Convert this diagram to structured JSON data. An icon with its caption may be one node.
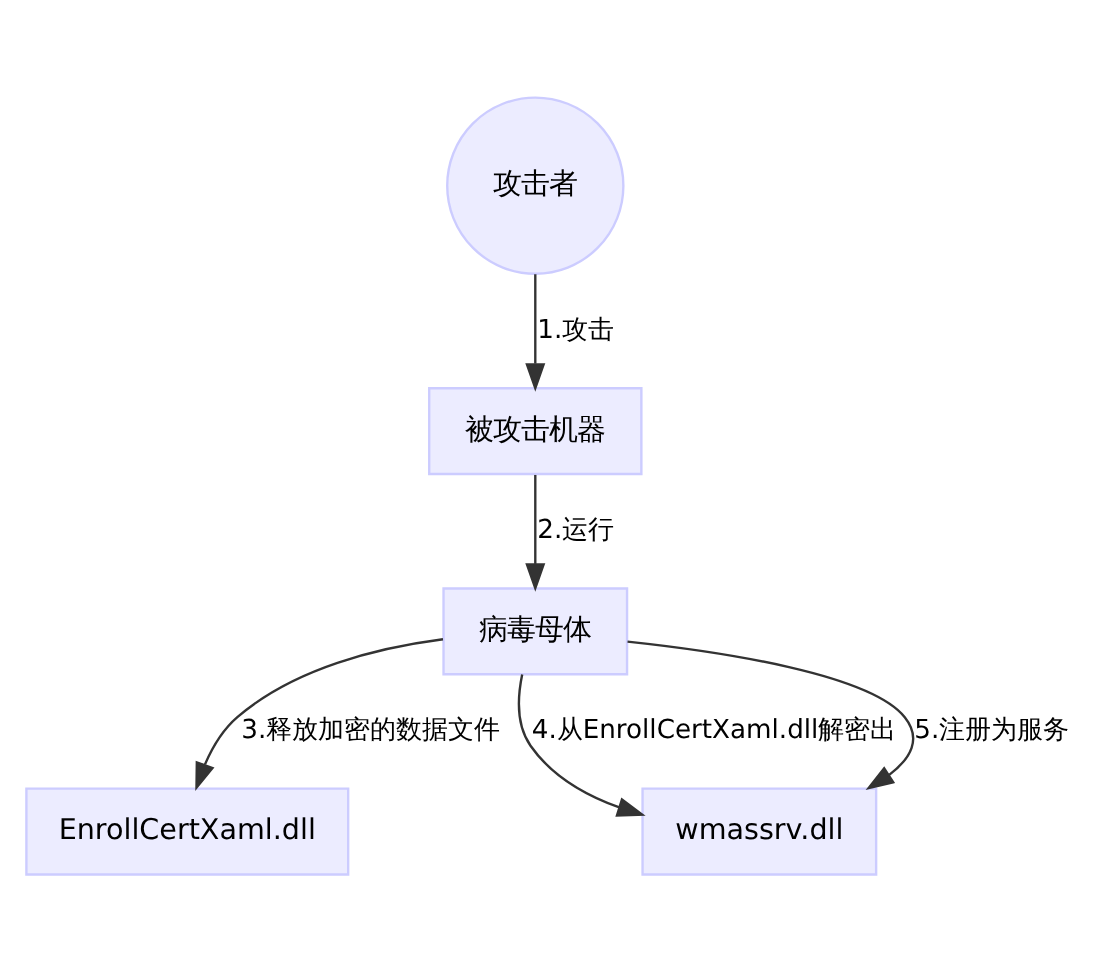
{
  "diagram": {
    "nodes": [
      {
        "text": [
          "攻击者"
        ]
      },
      {
        "text": [
          "被攻击机器"
        ]
      },
      {
        "text": [
          "病毒母体"
        ]
      },
      {
        "text": [
          "EnrollCertXaml.dll"
        ]
      },
      {
        "text": [
          "wmassrv.dll"
        ]
      }
    ],
    "edges": [
      {
        "from": 0,
        "to": 1,
        "arrow": "to",
        "label": "1.攻击"
      },
      {
        "from": 1,
        "to": 2,
        "arrow": "to",
        "label": "2.运行"
      },
      {
        "from": 2,
        "to": 3,
        "arrow": "to",
        "label": "3.释放加密的数据文件"
      },
      {
        "from": 2,
        "to": 4,
        "arrow": "to",
        "label": "4.从EnrollCertXaml.dll解密出"
      },
      {
        "from": 2,
        "to": 4,
        "arrow": "to",
        "label": "5.注册为服务"
      }
    ]
  }
}
